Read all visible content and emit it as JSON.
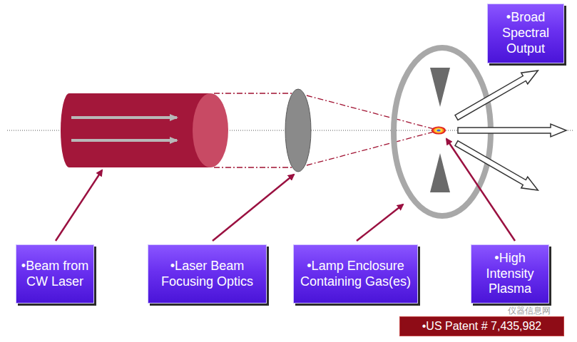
{
  "diagram": {
    "nodes": [
      {
        "text": [
          "•Broad Spectral Output"
        ]
      },
      {
        "text": [
          "•Beam from CW Laser"
        ]
      },
      {
        "text": [
          "•Laser Beam Focusing Optics"
        ]
      },
      {
        "text": [
          "•Lamp Enclosure Containing Gas(es)"
        ]
      },
      {
        "text": [
          "•High Intensity Plasma"
        ]
      },
      {
        "text": [
          "•US Patent # 7,435,982"
        ]
      }
    ],
    "labels": [
      "仪器信息网"
    ]
  }
}
